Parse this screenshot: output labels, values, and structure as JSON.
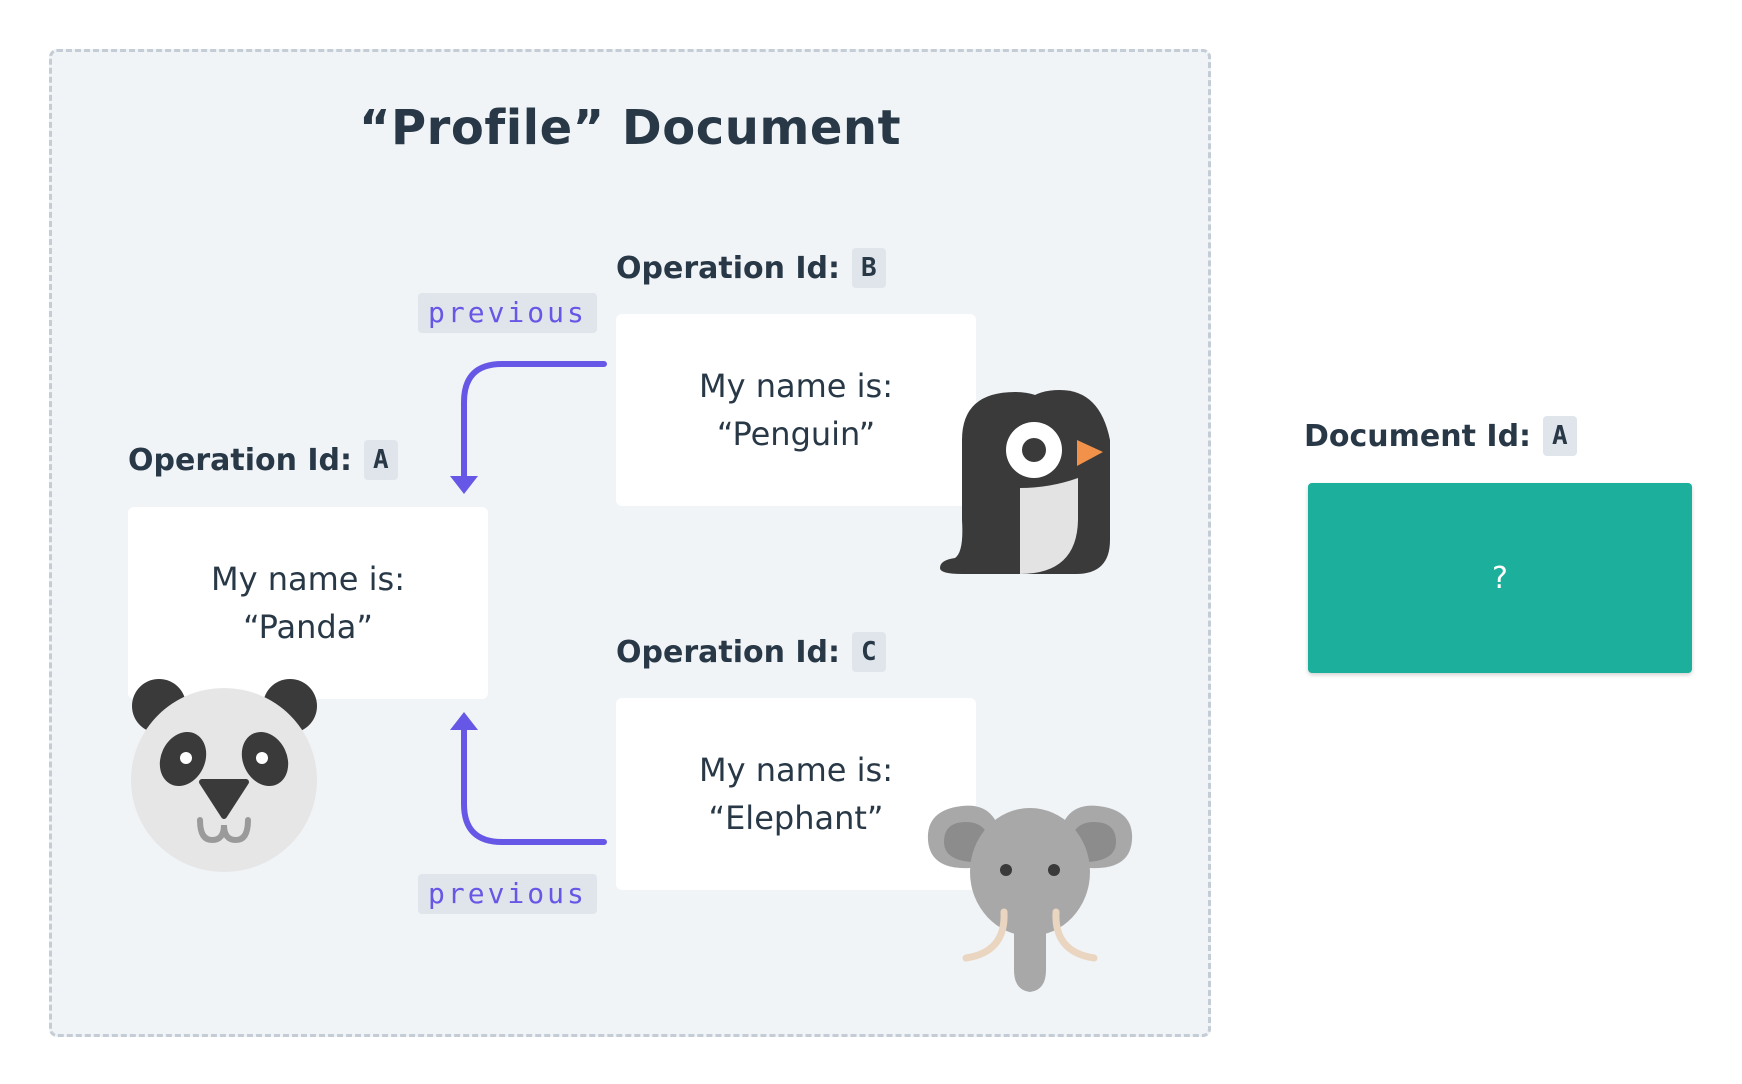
{
  "document": {
    "title": "“Profile” Document"
  },
  "operations": [
    {
      "id_label": "Operation Id:",
      "id": "A",
      "line1": "My name is:",
      "line2": "“Panda”",
      "icon": "panda-icon"
    },
    {
      "id_label": "Operation Id:",
      "id": "B",
      "line1": "My name is:",
      "line2": "“Penguin”",
      "icon": "penguin-icon"
    },
    {
      "id_label": "Operation Id:",
      "id": "C",
      "line1": "My name is:",
      "line2": "“Elephant”",
      "icon": "elephant-icon"
    }
  ],
  "links": [
    {
      "label": "previous",
      "from": "B",
      "to": "A"
    },
    {
      "label": "previous",
      "from": "C",
      "to": "A"
    }
  ],
  "result": {
    "id_label": "Document Id:",
    "id": "A",
    "value": "?"
  },
  "colors": {
    "arrow": "#6757e6",
    "result_fill": "#1baf9c",
    "frame_fill": "#f0f4f7",
    "text": "#283846"
  }
}
